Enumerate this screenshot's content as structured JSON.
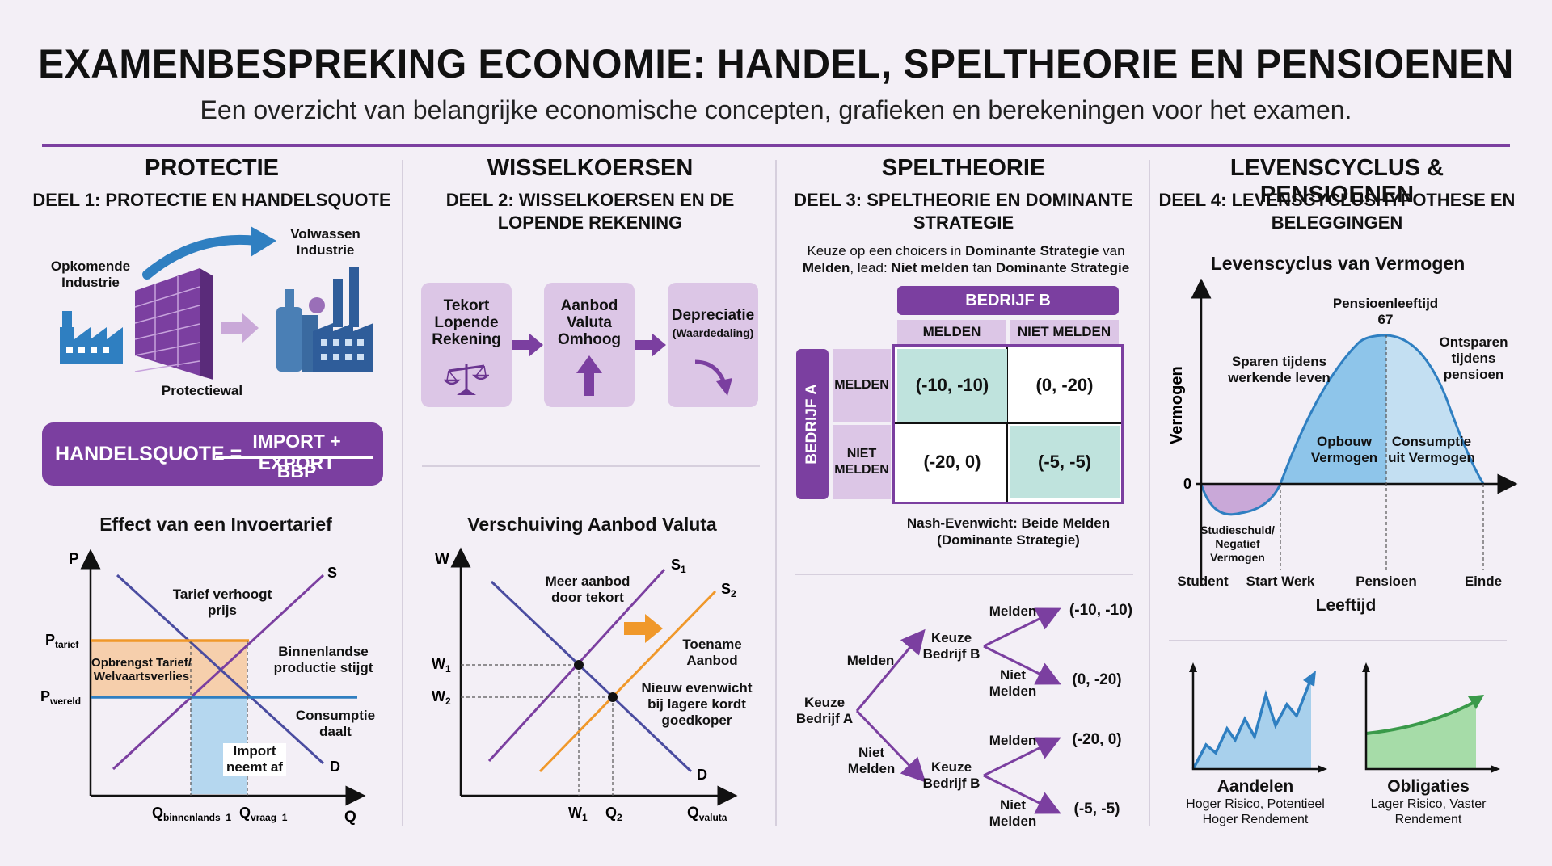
{
  "header": {
    "title": "EXAMENBESPREKING ECONOMIE: HANDEL, SPELTHEORIE EN PENSIOENEN",
    "subtitle": "Een overzicht van belangrijke economische concepten, grafieken en berekeningen voor het examen."
  },
  "col1": {
    "title": "PROTECTIE",
    "subtitle": "DEEL 1: PROTECTIE EN HANDELSQUOTE",
    "infant_label": "Opkomende Industrie",
    "mature_label": "Volwassen Industrie",
    "wall_label": "Protectiewal",
    "formula": {
      "lhs": "HANDELSQUOTE =",
      "numerator": "IMPORT + EXPORT",
      "denominator": "BBP"
    },
    "chart": {
      "title": "Effect van een Invoertarief",
      "y_axis": "P",
      "x_axis": "Q",
      "s_label": "S",
      "d_label": "D",
      "p_tarief": "P",
      "p_tarief_sub": "tarief",
      "p_wereld": "P",
      "p_wereld_sub": "wereld",
      "q1": "Q",
      "q1_sub": "binnenlands_1",
      "q2": "Q",
      "q2_sub": "vraag_1",
      "ann_tarief": "Tarief verhoogt prijs",
      "ann_opbrengst": "Opbrengst Tarief/ Welvaartsverlies",
      "ann_binnenlands": "Binnenlandse productie stijgt",
      "ann_consumptie": "Consumptie daalt",
      "ann_import": "Import neemt af"
    }
  },
  "col2": {
    "title": "WISSELKOERSEN",
    "subtitle": "DEEL 2: WISSELKOERSEN EN DE LOPENDE REKENING",
    "flow": [
      {
        "text": "Tekort Lopende Rekening"
      },
      {
        "text": "Aanbod Valuta Omhoog"
      },
      {
        "text": "Depreciatie",
        "sub": "(Waardedaling)"
      }
    ],
    "chart": {
      "title": "Verschuiving Aanbod Valuta",
      "y_axis": "W",
      "x_axis": "Q",
      "x_axis_sub": "valuta",
      "s1": "S",
      "s1_sub": "1",
      "s2": "S",
      "s2_sub": "2",
      "d_label": "D",
      "w1": "W",
      "w1_sub": "1",
      "w2": "W",
      "w2_sub": "2",
      "qw1": "W",
      "qw1_sub": "1",
      "q2": "Q",
      "q2_sub": "2",
      "ann_meer": "Meer aanbod door tekort",
      "ann_toename": "Toename Aanbod",
      "ann_nieuw": "Nieuw evenwicht bij lagere kordt goedkoper"
    }
  },
  "col3": {
    "title": "SPELTHEORIE",
    "subtitle": "DEEL 3: SPELTHEORIE EN DOMINANTE STRATEGIE",
    "intro_1a": "Keuze op een choicers in ",
    "intro_1b": "Dominante Strategie",
    "intro_1c": " van",
    "intro_2a": "Melden",
    "intro_2b": ", lead: ",
    "intro_2c": "Niet melden",
    "intro_2d": " tan ",
    "intro_2e": "Dominante Strategie",
    "matrix": {
      "col_player": "BEDRIJF B",
      "row_player": "BEDRIJF A",
      "col_headers": [
        "MELDEN",
        "NIET MELDEN"
      ],
      "row_headers": [
        "MELDEN",
        "NIET MELDEN"
      ],
      "cells": [
        [
          "(-10, -10)",
          "(0, -20)"
        ],
        [
          "(-20, 0)",
          "(-5, -5)"
        ]
      ]
    },
    "nash_1": "Nash-Evenwicht: Beide Melden",
    "nash_2": "(Dominante Strategie)",
    "tree": {
      "root": "Keuze Bedrijf A",
      "branch_melden": "Melden",
      "branch_niet": "Niet Melden",
      "node_b": "Keuze Bedrijf B",
      "leaf_labels": [
        "Melden",
        "Niet Melden",
        "Melden",
        "Niet Melden"
      ],
      "payoffs": [
        "(-10, -10)",
        "(0, -20)",
        "(-20, 0)",
        "(-5, -5)"
      ]
    }
  },
  "col4": {
    "title": "LEVENSCYCLUS & PENSIOENEN",
    "subtitle": "DEEL 4: LEVENSCYCLUSHYPOTHESE EN BELEGGINGEN",
    "chart": {
      "title": "Levenscyclus van Vermogen",
      "y_axis": "Vermogen",
      "x_axis": "Leeftijd",
      "zero": "0",
      "pensioen_leeftijd": "Pensioenleeftijd",
      "pensioen_age": "67",
      "sparen": "Sparen tijdens werkende leven",
      "ontsparen": "Ontsparen tijdens pensioen",
      "opbouw": "Opbouw Vermogen",
      "consumptie": "Consumptie uit Vermogen",
      "schuld": "Studieschuld/ Negatief Vermogen",
      "x_ticks": [
        "Student",
        "Start Werk",
        "Pensioen",
        "Einde"
      ]
    },
    "aandelen": {
      "title": "Aandelen",
      "desc": "Hoger Risico, Potentieel Hoger Rendement"
    },
    "obligaties": {
      "title": "Obligaties",
      "desc": "Lager Risico, Vaster Rendement"
    }
  },
  "colors": {
    "purple": "#7b3fa0",
    "blue": "#2f7fc1",
    "orange": "#f0982a",
    "teal": "#bfe3dd",
    "lavender": "#dcc6e6"
  }
}
